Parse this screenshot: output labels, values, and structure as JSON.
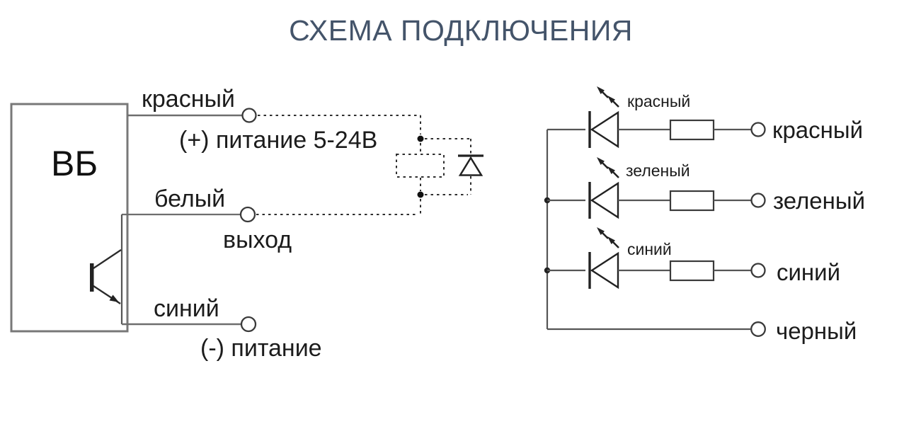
{
  "title": "СХЕМА ПОДКЛЮЧЕНИЯ",
  "sensor": {
    "designation": "ВБ",
    "wires": [
      {
        "color_label": "красный",
        "function_label": "(+) питание 5-24В"
      },
      {
        "color_label": "белый",
        "function_label": "выход"
      },
      {
        "color_label": "синий",
        "function_label": "(-) питание"
      }
    ]
  },
  "indicator": {
    "leds": [
      {
        "led_label": "красный",
        "terminal_label": "красный"
      },
      {
        "led_label": "зеленый",
        "terminal_label": "зеленый"
      },
      {
        "led_label": "синий",
        "terminal_label": "синий"
      }
    ],
    "common_terminal_label": "черный"
  },
  "colors": {
    "title": "#44546a",
    "wire_line": "#6e6e6e",
    "circuit_line": "#555555",
    "symbol": "#222222",
    "label_text": "#1c1c1c",
    "background": "#ffffff"
  }
}
